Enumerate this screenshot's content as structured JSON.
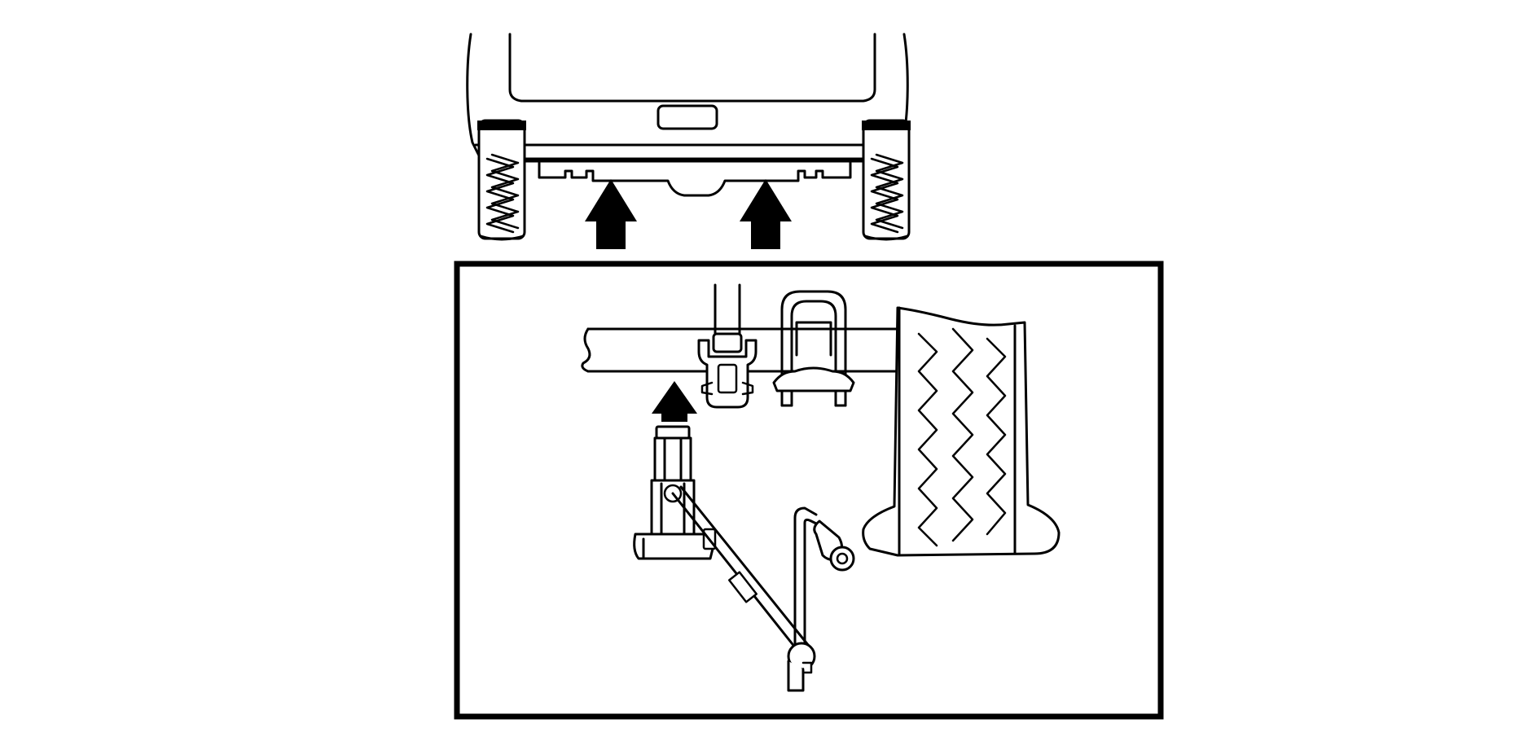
{
  "diagram": {
    "type": "service-illustration",
    "view_top": "rear-of-vehicle",
    "view_detail": "jack-under-rear-axle",
    "indicators": [
      "lift-point-arrow-left",
      "lift-point-arrow-right",
      "jack-lift-arrow"
    ],
    "colors": {
      "line": "#000000",
      "background": "#ffffff"
    }
  }
}
